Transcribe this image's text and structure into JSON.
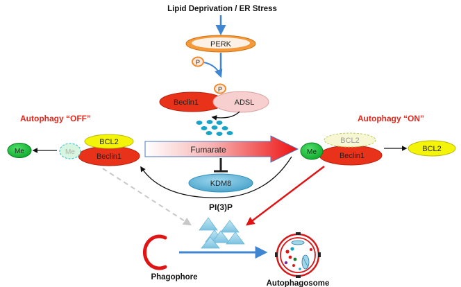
{
  "stimulus": "Lipid Deprivation / ER Stress",
  "perk": "PERK",
  "phospho": "P",
  "beclin1": "Beclin1",
  "adsl": "ADSL",
  "fumarate": "Fumarate",
  "kdm8": "KDM8",
  "off_label": "Autophagy “OFF”",
  "on_label": "Autophagy “ON”",
  "bcl2": "BCL2",
  "me": "Me",
  "pi3p": "PI(3)P",
  "phagophore": "Phagophore",
  "autophagosome": "Autophagosome",
  "colors": {
    "beclin": "#e8331a",
    "bcl2": "#f4f40a",
    "methyl": "#16c23a",
    "kdm8": "#58b4d8",
    "perk": "#f59a3a",
    "blue_arrow": "#3f85d0",
    "red_arrow": "#e01414",
    "off_on_label": "#e5261b",
    "pi3p_triangle": "#9ed4ea"
  }
}
